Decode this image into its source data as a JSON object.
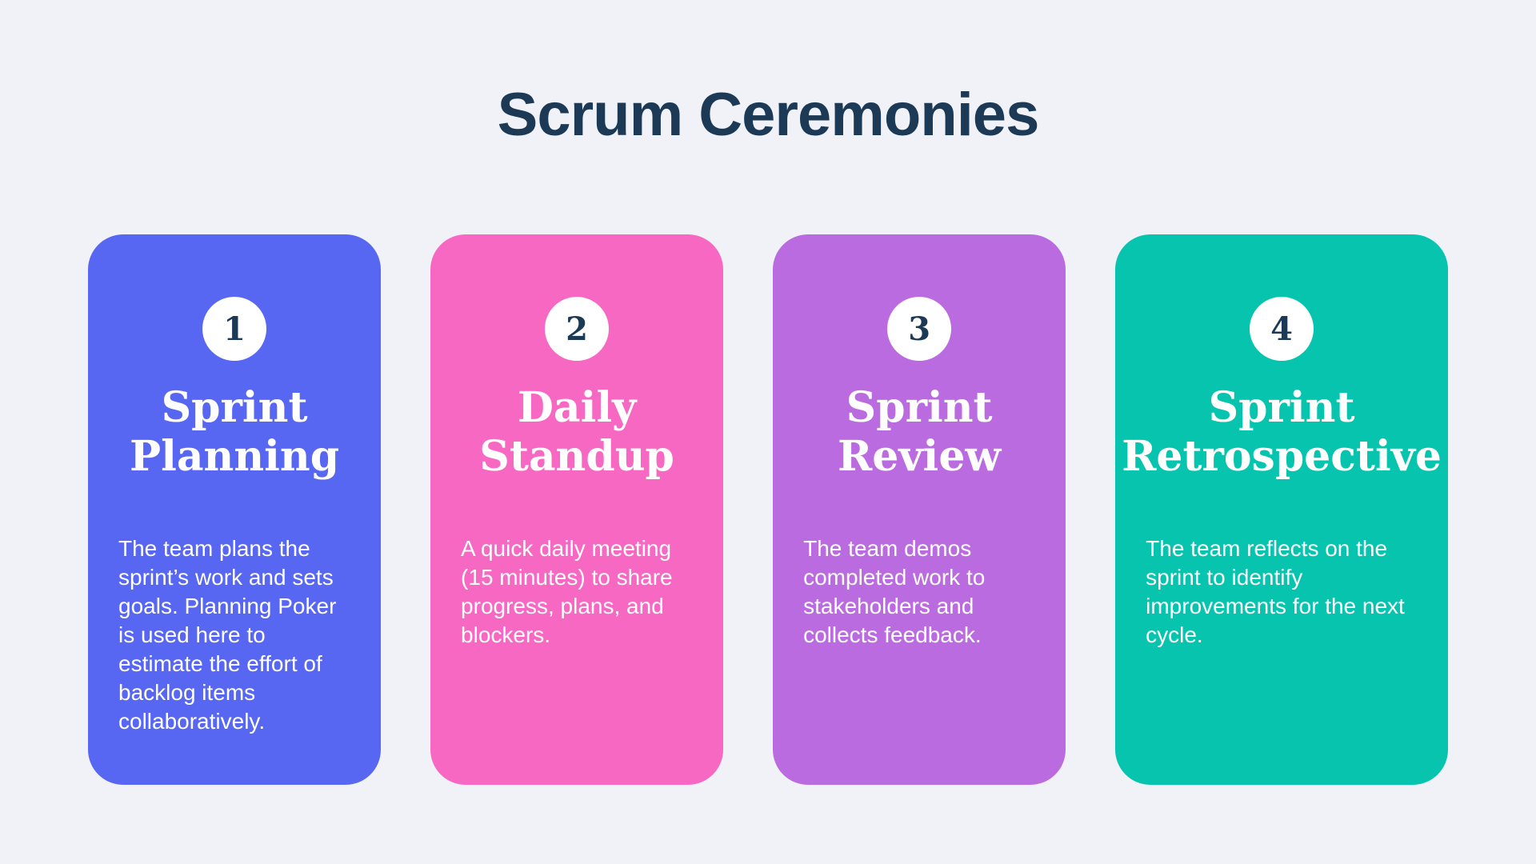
{
  "theme": {
    "background": "#F0F2F8",
    "heading_color": "#1C3A56",
    "badge_bg": "#FFFFFF",
    "badge_text_color": "#1C3A56",
    "card_text_color": "#FFFFFF"
  },
  "header": {
    "title": "Scrum Ceremonies"
  },
  "cards": [
    {
      "number": "1",
      "title": "Sprint Planning",
      "description": "The team plans the sprint’s work and sets goals. Planning Poker is used here to estimate the effort of backlog items collaboratively.",
      "color": "#5767F2"
    },
    {
      "number": "2",
      "title": "Daily Standup",
      "description": "A quick daily meeting (15 minutes) to share progress, plans, and blockers.",
      "color": "#F768C3"
    },
    {
      "number": "3",
      "title": "Sprint Review",
      "description": "The team demos completed work to stakeholders and collects feedback.",
      "color": "#BB6BE0"
    },
    {
      "number": "4",
      "title": "Sprint Retrospective",
      "description": "The team reflects on the sprint to identify improvements for the next cycle.",
      "color": "#06C4AE"
    }
  ]
}
